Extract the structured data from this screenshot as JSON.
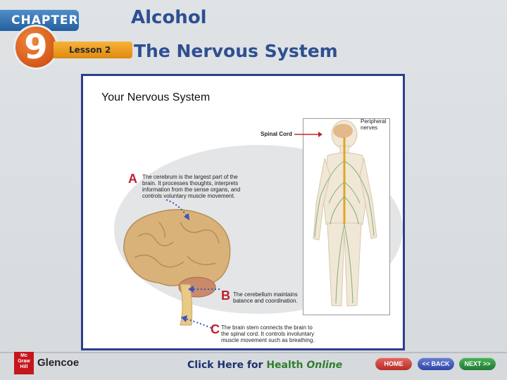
{
  "header": {
    "chapter_label": "CHAPTER",
    "chapter_number": "9",
    "lesson_label": "Lesson 2",
    "topic": "Alcohol",
    "lesson_title": "The Nervous System"
  },
  "figure": {
    "title": "Your Nervous System",
    "spinal_cord_label": "Spinal Cord",
    "peripheral_label_line1": "Peripheral",
    "peripheral_label_line2": "nerves",
    "callouts": [
      {
        "letter": "A",
        "lines": [
          "The cerebrum is the largest part of the",
          "brain. It processes thoughts, interprets",
          "information from the sense organs, and",
          "controls voluntary muscle movement."
        ]
      },
      {
        "letter": "B",
        "lines": [
          "The cerebellum maintains",
          "balance and coordination."
        ]
      },
      {
        "letter": "C",
        "lines": [
          "The brain stem connects the brain to",
          "the spinal cord. It controls involuntary",
          "muscle movement such as breathing."
        ]
      }
    ],
    "colors": {
      "brain": "#d9b27a",
      "cerebellum": "#c98a6c",
      "nerves": "#7fb07a",
      "callout_letter": "#bf1e2e",
      "panel_border": "#2c3d8f"
    }
  },
  "footer": {
    "logo_text": "Mc Graw Hill",
    "publisher": "Glencoe",
    "cta_prefix": "Click Here for ",
    "cta_health": "Health",
    "cta_online": "Online",
    "buttons": {
      "home": "HOME",
      "back": "<< BACK",
      "next": "NEXT >>"
    }
  }
}
